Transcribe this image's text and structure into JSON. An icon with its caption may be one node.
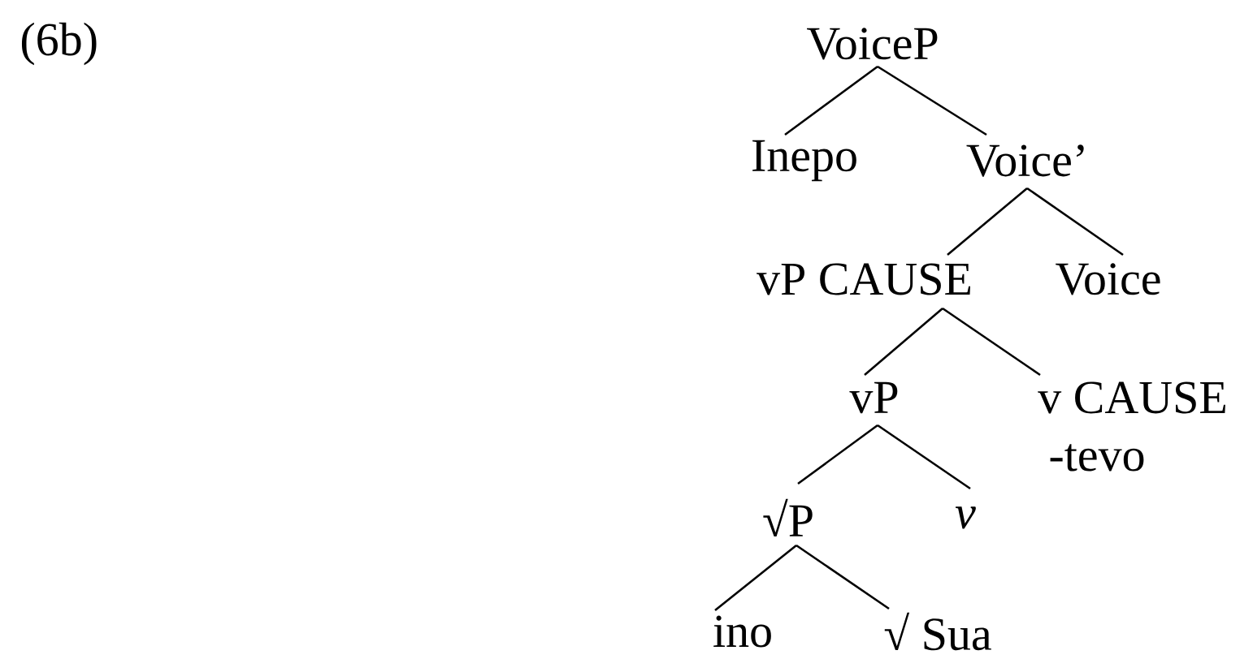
{
  "diagram": {
    "nodes": [
      {
        "text": [
          "VoiceP"
        ]
      },
      {
        "text": [
          "Inepo"
        ]
      },
      {
        "text": [
          "Voice’"
        ]
      },
      {
        "text": [
          "vP CAUSE"
        ]
      },
      {
        "text": [
          "Voice"
        ]
      },
      {
        "text": [
          "vP"
        ]
      },
      {
        "text": [
          "v CAUSE"
        ],
        "beside": [
          "-tevo"
        ]
      },
      {
        "text": [
          "√P"
        ]
      },
      {
        "text": [
          "v"
        ]
      },
      {
        "text": [
          "ino"
        ]
      },
      {
        "text": [
          "√ Sua"
        ]
      }
    ],
    "edges": [
      {
        "from": 0,
        "to": 1,
        "arrow": "none"
      },
      {
        "from": 0,
        "to": 2,
        "arrow": "none"
      },
      {
        "from": 2,
        "to": 3,
        "arrow": "none"
      },
      {
        "from": 2,
        "to": 4,
        "arrow": "none"
      },
      {
        "from": 3,
        "to": 5,
        "arrow": "none"
      },
      {
        "from": 3,
        "to": 6,
        "arrow": "none"
      },
      {
        "from": 5,
        "to": 7,
        "arrow": "none"
      },
      {
        "from": 5,
        "to": 8,
        "arrow": "none"
      },
      {
        "from": 7,
        "to": 9,
        "arrow": "none"
      },
      {
        "from": 7,
        "to": 10,
        "arrow": "none"
      }
    ],
    "labels": [
      "(6b)"
    ]
  }
}
